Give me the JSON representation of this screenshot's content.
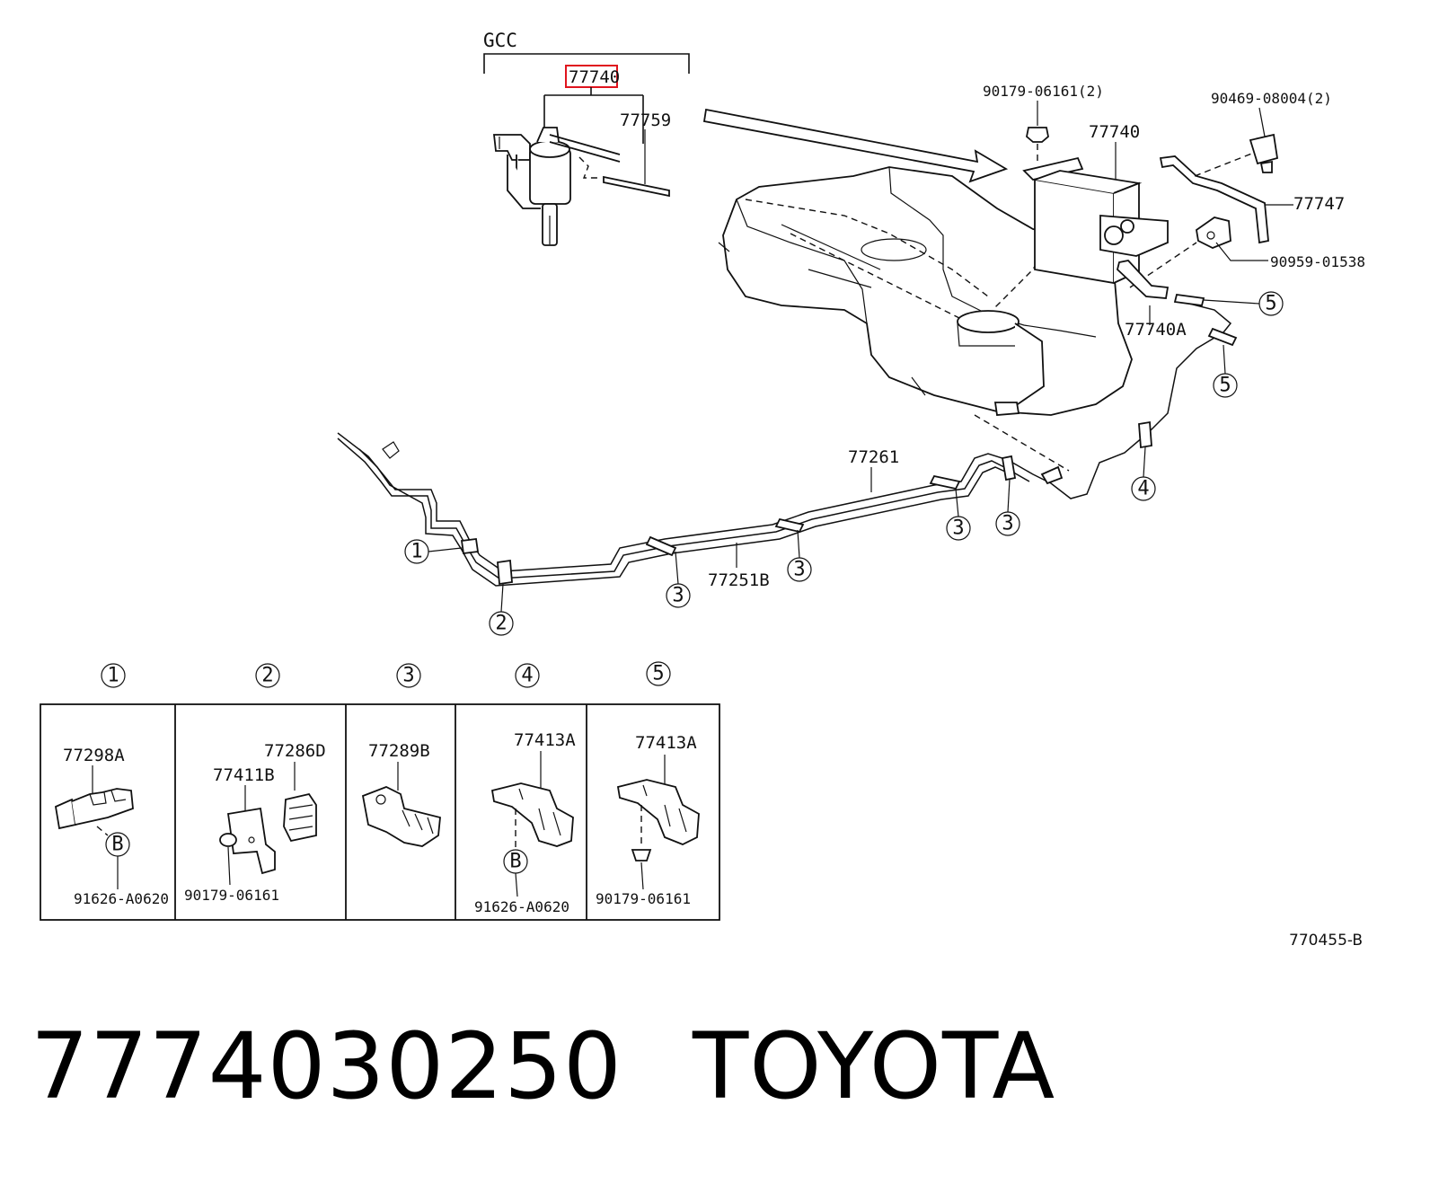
{
  "labels": {
    "gcc": "GCC",
    "highlighted_part": "77740",
    "p77759": "77759",
    "p90179_top": "90179-06161(2)",
    "p77740_right": "77740",
    "p90469": "90469-08004(2)",
    "p77747": "77747",
    "p90959": "90959-01538",
    "p77740A": "77740A",
    "p77261": "77261",
    "p77251B": "77251B"
  },
  "callouts": {
    "c1": "1",
    "c2": "2",
    "c3": "3",
    "c4": "4",
    "c5": "5"
  },
  "detail_headers": [
    "1",
    "2",
    "3",
    "4",
    "5"
  ],
  "detail_boxes": {
    "box1": {
      "part_a": "77298A",
      "bolt_label": "B",
      "part_b": "91626-A0620"
    },
    "box2": {
      "part_a": "77286D",
      "part_b": "77411B",
      "part_c": "90179-06161"
    },
    "box3": {
      "part_a": "77289B"
    },
    "box4": {
      "part_a": "77413A",
      "bolt_label": "B",
      "part_b": "91626-A0620"
    },
    "box5": {
      "part_a": "77413A",
      "part_b": "90179-06161"
    }
  },
  "diagram_code": "770455-B",
  "title": {
    "part_number": "7774030250",
    "brand": "TOYOTA"
  },
  "colors": {
    "highlight": "#e0141e",
    "ink": "#111111"
  }
}
